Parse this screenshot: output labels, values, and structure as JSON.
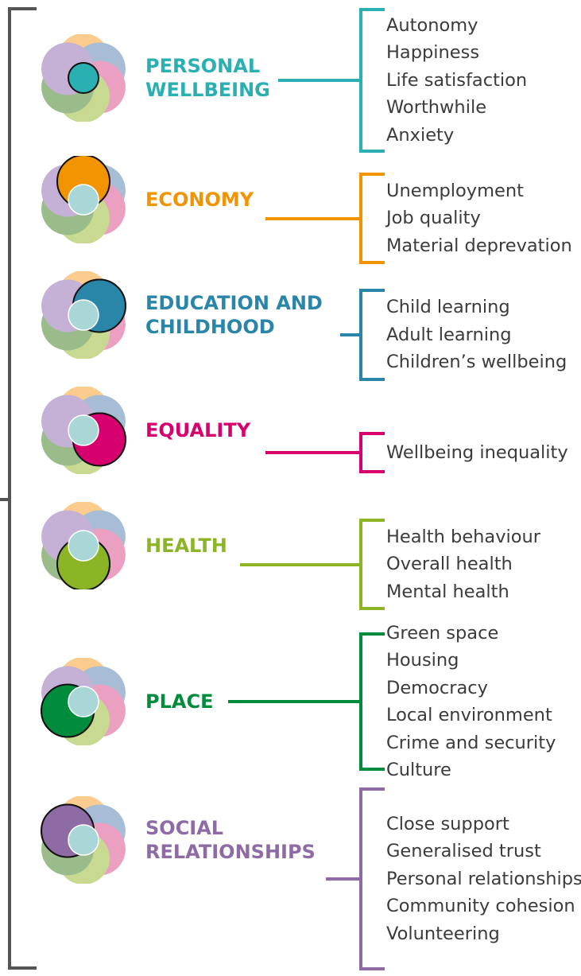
{
  "petal_colors": {
    "top": "#FCCB8E",
    "top_right": "#A7BDD6",
    "bottom_right": "#EBA0C2",
    "bottom": "#C8D992",
    "bottom_left": "#99BC8A",
    "top_left": "#C5B1D6",
    "center": "#A9D7D7"
  },
  "categories": [
    {
      "label": "PERSONAL\nWELLBEING",
      "color": "#2AAFB2",
      "highlight": "center",
      "items": [
        "Autonomy",
        "Happiness",
        "Life satisfaction",
        "Worthwhile",
        "Anxiety"
      ]
    },
    {
      "label": "ECONOMY",
      "color": "#F29400",
      "highlight": "top",
      "items": [
        "Unemployment",
        "Job quality",
        "Material deprevation"
      ]
    },
    {
      "label": "EDUCATION AND\nCHILDHOOD",
      "color": "#2A86A8",
      "highlight": "top_right",
      "items": [
        "Child learning",
        "Adult learning",
        "Children’s wellbeing"
      ]
    },
    {
      "label": "EQUALITY",
      "color": "#D6006F",
      "highlight": "bottom_right",
      "items": [
        "Wellbeing inequality"
      ]
    },
    {
      "label": "HEALTH",
      "color": "#8BB525",
      "highlight": "bottom",
      "items": [
        "Health behaviour",
        "Overall health",
        "Mental health"
      ]
    },
    {
      "label": "PLACE",
      "color": "#008C3C",
      "highlight": "bottom_left",
      "items": [
        "Green space",
        "Housing",
        "Democracy",
        "Local environment",
        "Crime and security",
        "Culture"
      ]
    },
    {
      "label": "SOCIAL\nRELATIONSHIPS",
      "color": "#8E6BA5",
      "highlight": "top_left",
      "items": [
        "Close support",
        "Generalised trust",
        "Personal relationships",
        "Community cohesion",
        "Volunteering"
      ]
    }
  ]
}
